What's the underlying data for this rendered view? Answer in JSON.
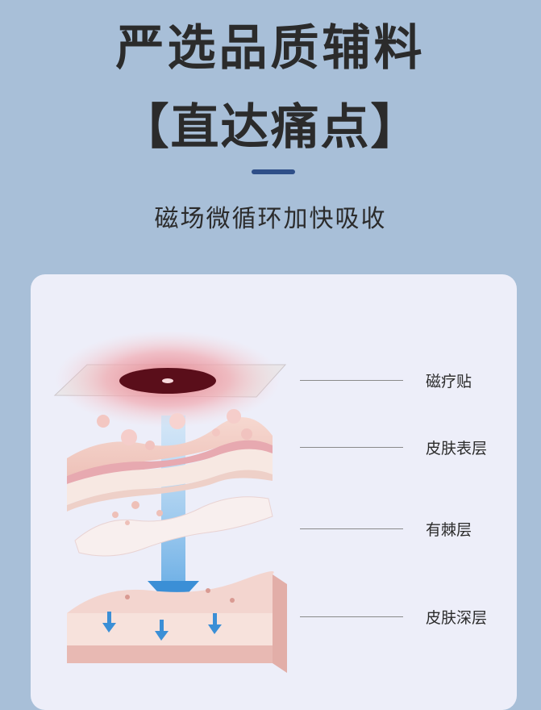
{
  "header": {
    "title_line1": "严选品质辅料",
    "title_line2": "【直达痛点】",
    "subtitle": "磁场微循环加快吸收"
  },
  "layers": [
    {
      "label": "磁疗贴"
    },
    {
      "label": "皮肤表层"
    },
    {
      "label": "有棘层"
    },
    {
      "label": "皮肤深层"
    }
  ],
  "colors": {
    "background": "#a8bfd8",
    "card": "#edeef9",
    "accent_bar": "#2f4f88",
    "arrow": "#4a9ee0",
    "title_text": "#2b2b2b"
  }
}
